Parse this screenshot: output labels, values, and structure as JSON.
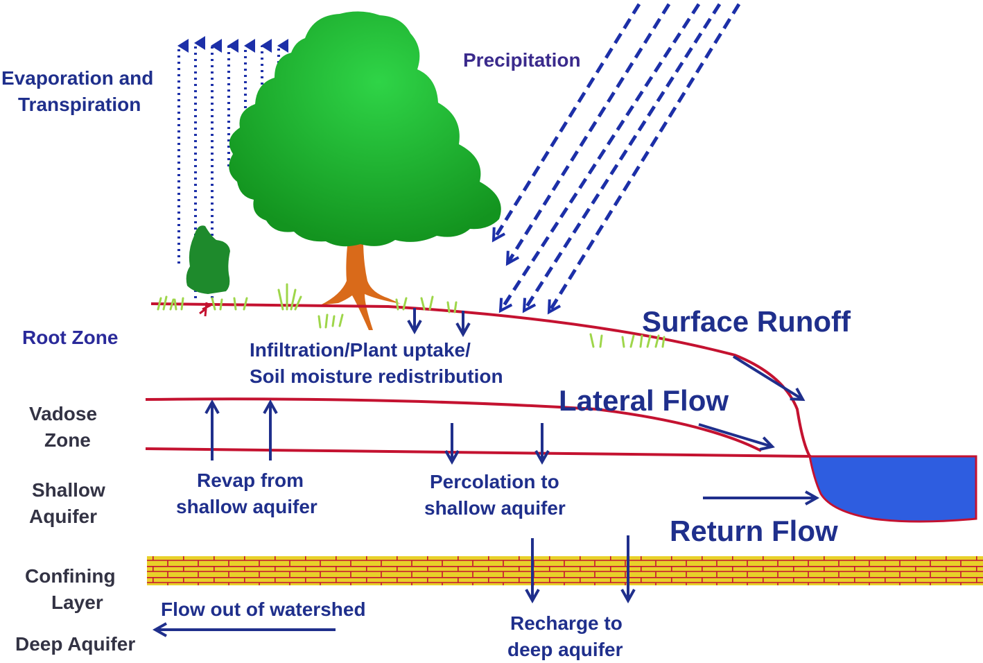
{
  "colors": {
    "navy": "#1f2f8c",
    "purple": "#2a2a7a",
    "grey_text": "#333344",
    "red_line": "#c41230",
    "green_tree": "#1aa52a",
    "trunk": "#d96a1a",
    "water": "#2e5de0",
    "brick": "#e8d02a",
    "mortar": "#c41230",
    "dash_blue": "#1c2fa8",
    "grass": "#9ed64a"
  },
  "labels": {
    "evap_line1": "Evaporation and",
    "evap_line2": "Transpiration",
    "precipitation": "Precipitation",
    "root_zone": "Root Zone",
    "vadose_line1": "Vadose",
    "vadose_line2": "Zone",
    "shallow_line1": "Shallow",
    "shallow_line2": "Aquifer",
    "confining_line1": "Confining",
    "confining_line2": "Layer",
    "deep_aquifer": "Deep Aquifer",
    "infil_line1": "Infiltration/Plant uptake/",
    "infil_line2": "Soil moisture redistribution",
    "surface_runoff": "Surface Runoff",
    "lateral_flow": "Lateral Flow",
    "return_flow": "Return Flow",
    "revap_line1": "Revap from",
    "revap_line2": "shallow aquifer",
    "perc_line1": "Percolation to",
    "perc_line2": "shallow aquifer",
    "flow_out": "Flow out of watershed",
    "recharge_line1": "Recharge to",
    "recharge_line2": "deep aquifer"
  }
}
